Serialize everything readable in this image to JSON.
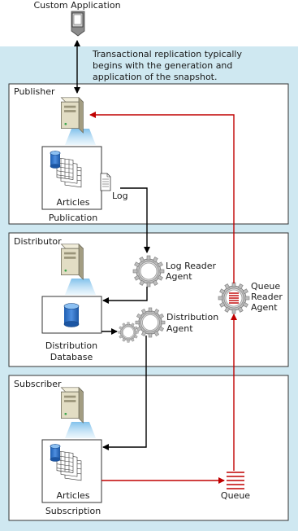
{
  "app": {
    "label": "Custom Application"
  },
  "note": {
    "line1": "Transactional replication typically",
    "line2": "begins with the generation and",
    "line3": "application of the snapshot."
  },
  "publisher": {
    "title": "Publisher",
    "articles_label": "Articles",
    "log_label": "Log",
    "publication_label": "Publication"
  },
  "distributor": {
    "title": "Distributor",
    "log_reader_line1": "Log Reader",
    "log_reader_line2": "Agent",
    "distribution_agent_line1": "Distribution",
    "distribution_agent_line2": "Agent",
    "db_line1": "Distribution",
    "db_line2": "Database",
    "queue_reader_line1": "Queue",
    "queue_reader_line2": "Reader",
    "queue_reader_line3": "Agent"
  },
  "subscriber": {
    "title": "Subscriber",
    "articles_label": "Articles",
    "subscription_label": "Subscription",
    "queue_label": "Queue"
  },
  "colors": {
    "background_panel": "#cfe8f1",
    "arrow_black": "#000000",
    "arrow_red": "#c00000",
    "gear_fill": "#c8c8c8",
    "db_blue": "#2e72c8"
  }
}
